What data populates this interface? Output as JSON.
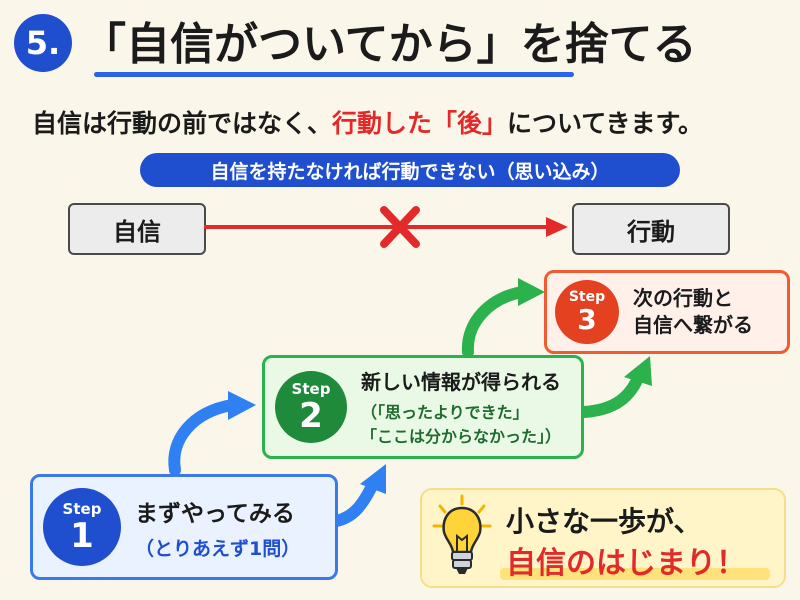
{
  "header": {
    "number": "5.",
    "title": "「自信がついてから」を捨てる"
  },
  "subtitle": {
    "part1": "自信は行動の前ではなく、",
    "part2": "行動した「後」",
    "part3": "についてきます。"
  },
  "belief": {
    "pill": "自信を持たなければ行動できない（思い込み）",
    "box_left": "自信",
    "box_right": "行動"
  },
  "steps": [
    {
      "label": "Step",
      "number": "1",
      "title": "まずやってみる",
      "sub1": "（とりあえず1問）"
    },
    {
      "label": "Step",
      "number": "2",
      "title": "新しい情報が得られる",
      "sub1": "（「思ったよりできた」",
      "sub2": "「ここは分からなかった」）"
    },
    {
      "label": "Step",
      "number": "3",
      "title_line1": "次の行動と",
      "title_line2": "自信へ繋がる"
    }
  ],
  "callout": {
    "line1": "小さな一歩が、",
    "line2": "自信のはじまり！"
  },
  "colors": {
    "blue": "#1f4fcf",
    "green": "#2bb24c",
    "orange": "#e34120",
    "red": "#e22a2a"
  }
}
